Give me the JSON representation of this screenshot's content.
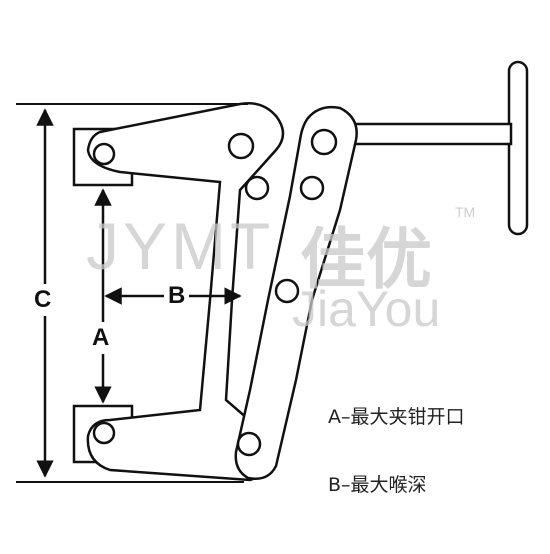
{
  "dimensions": {
    "a": "A",
    "b": "B",
    "c": "C"
  },
  "legend": {
    "a": "A–最大夹钳开口",
    "b": "B–最大喉深"
  },
  "watermark": {
    "letters": "JYMT",
    "chinese": "佳优",
    "pinyin": "JiaYou",
    "trademark": "TM"
  },
  "colors": {
    "line": "#111111",
    "watermark": "#c9c9c9",
    "background": "#ffffff"
  }
}
